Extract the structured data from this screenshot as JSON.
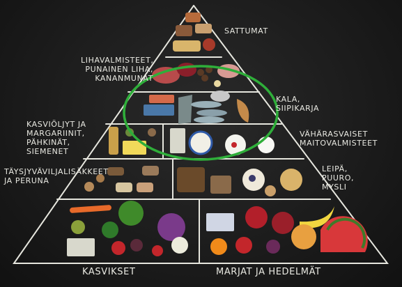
{
  "labels": {
    "sweets": "Sattumat",
    "meat": "Lihavalmisteet,\nPunainen liha,\nKananmunat",
    "fish": "Kala,\nSiipikarja",
    "oils": "Kasviöljyt ja\nmargariinit,\npähkinät,\nsiemenet",
    "dairy": "Vähärasvaiset\nmaitovalmisteet",
    "grains": "Täysjyväviljalisäkkeet\nja peruna",
    "bread": "Leipä,\npuuro,\nmysli",
    "vegetables": "Kasvikset",
    "fruits": "Marjat ja hedelmät"
  },
  "colors": {
    "chalk": "#e9e9e2",
    "highlight_ring": "#2fae3a",
    "board": "#1c1c1c"
  }
}
